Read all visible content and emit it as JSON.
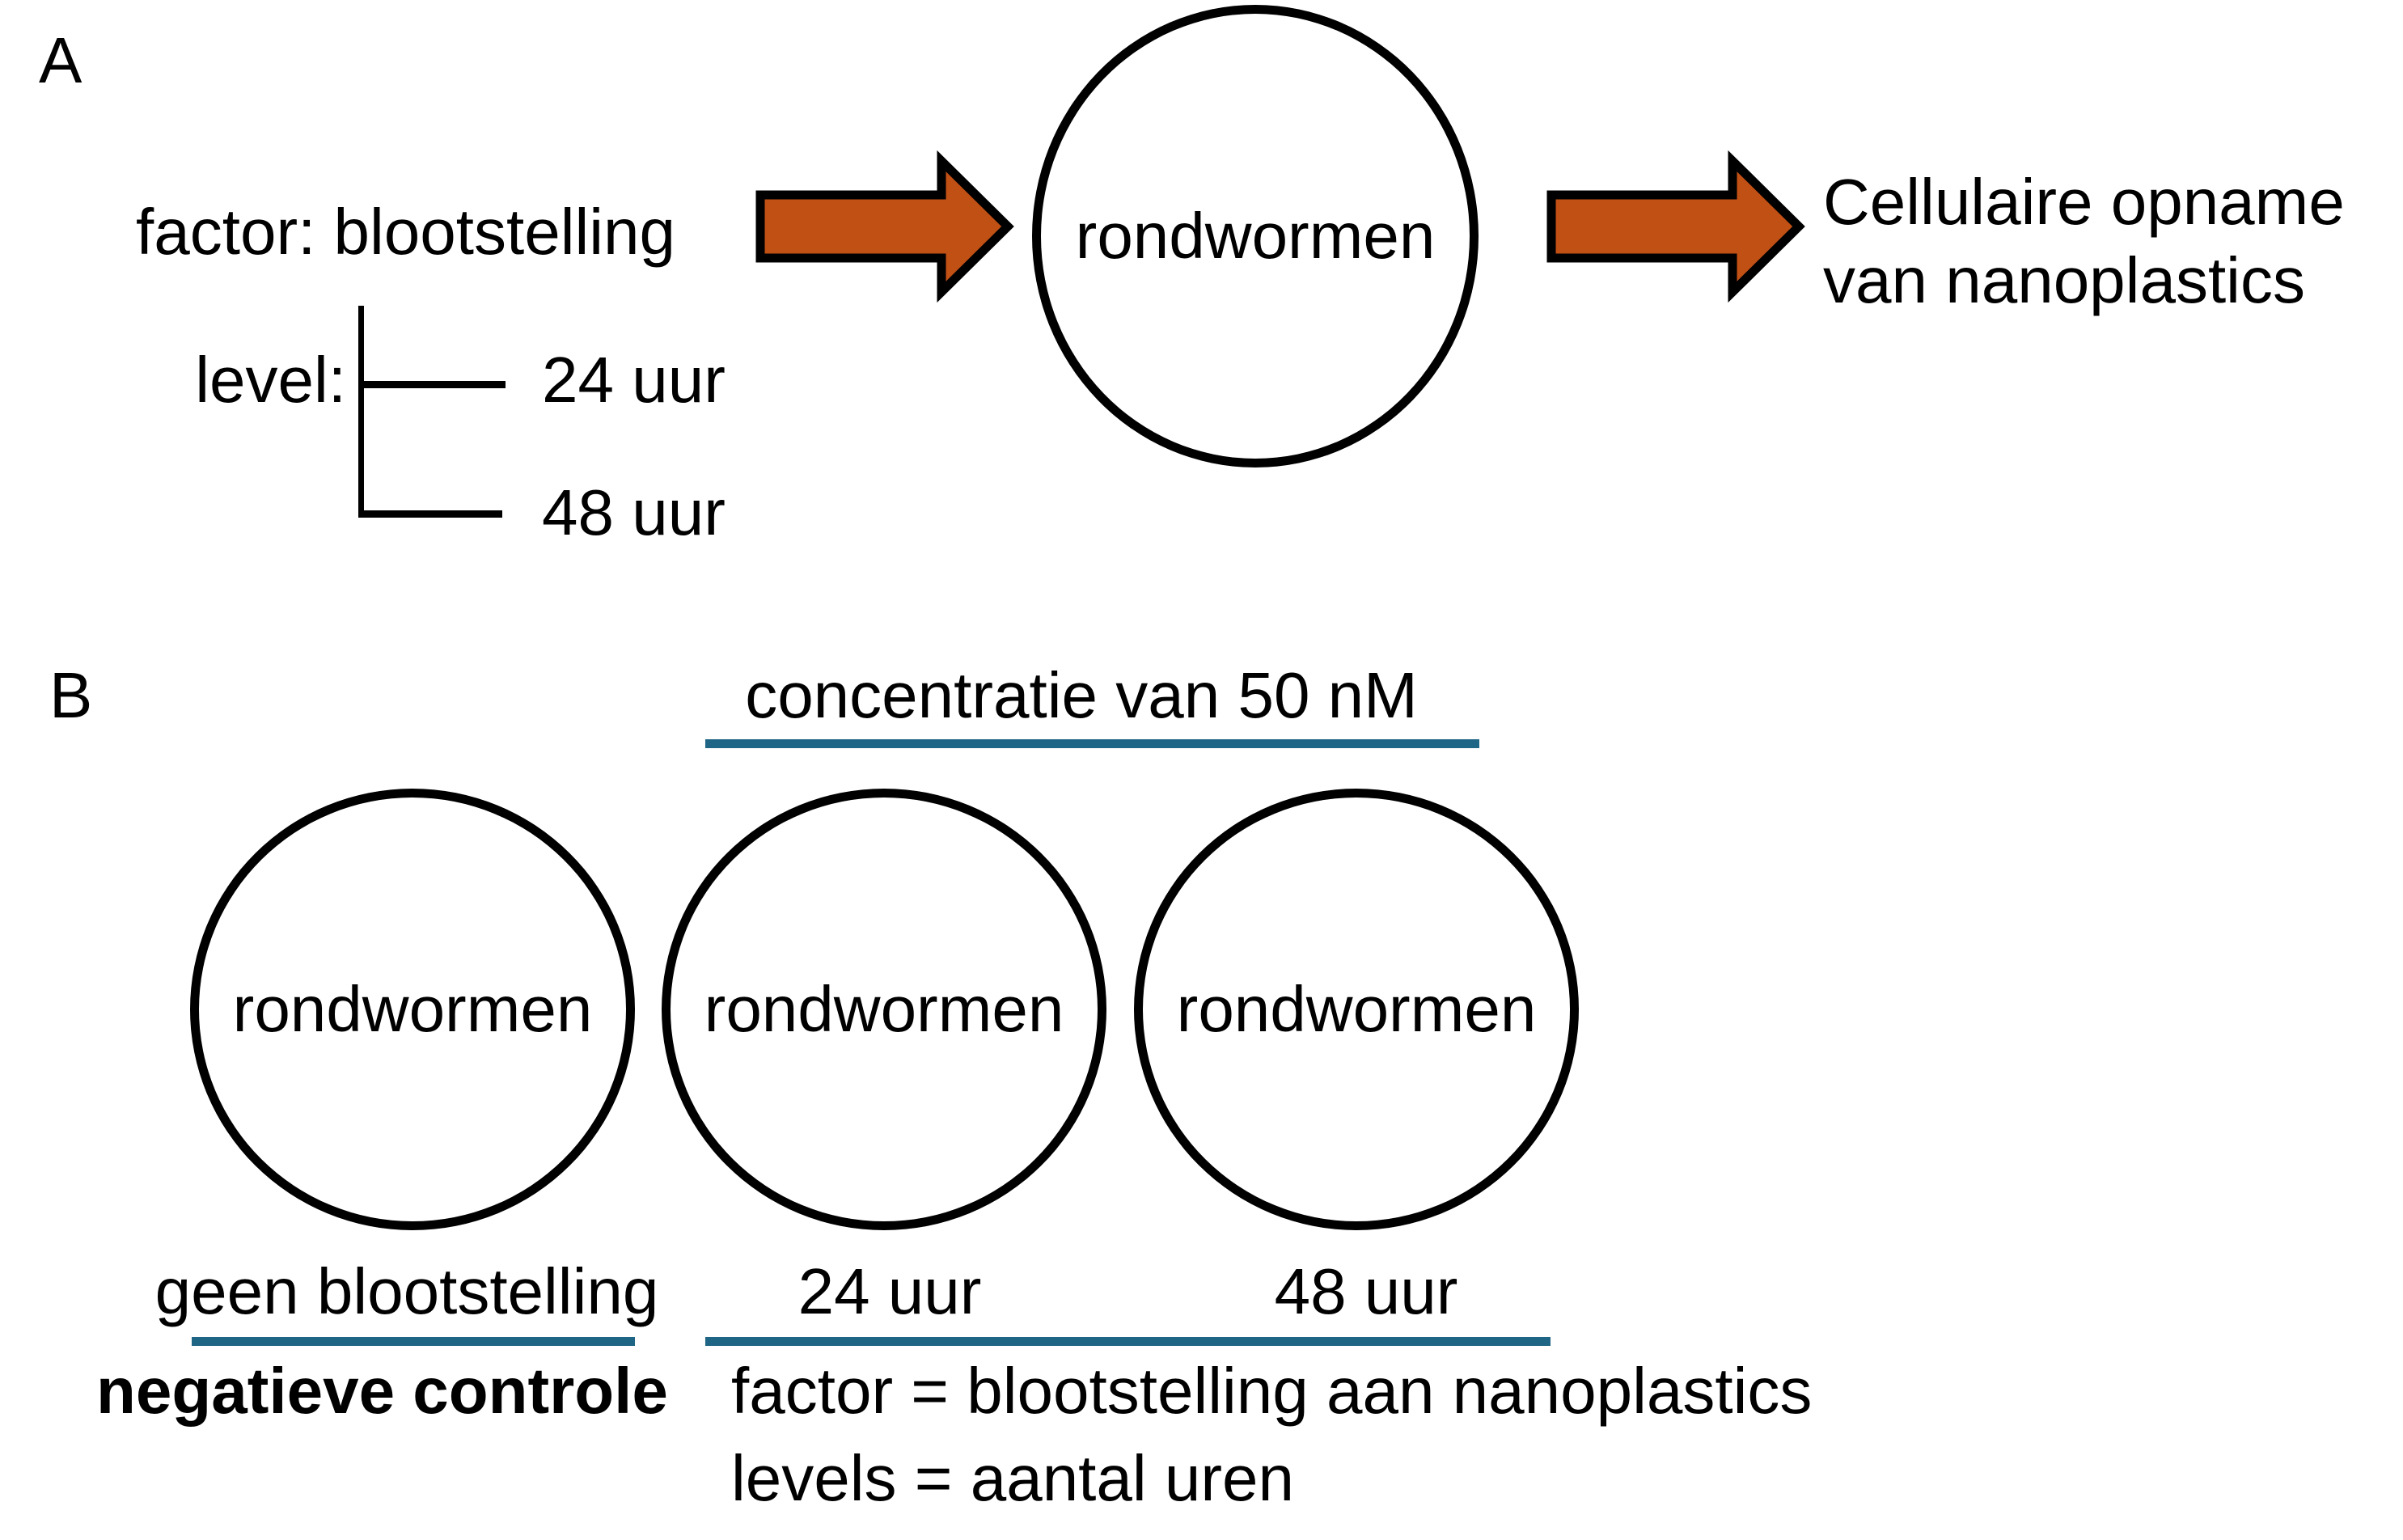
{
  "colors": {
    "background": "#FFFFFF",
    "text": "#000000",
    "outline": "#000000",
    "arrow_fill": "#C15014",
    "underline_teal": "#1F6585"
  },
  "panel_a": {
    "label": "A",
    "factor_line": "factor: blootstelling",
    "level_label": "level:",
    "levels": [
      "24 uur",
      "48 uur"
    ],
    "subject": "rondwormen",
    "outcome_line_1": "Cellulaire opname",
    "outcome_line_2": "van nanoplastics"
  },
  "panel_b": {
    "label": "B",
    "title": "concentratie van 50 nM",
    "groups": [
      {
        "subject": "rondwormen",
        "condition": "geen blootstelling"
      },
      {
        "subject": "rondwormen",
        "condition": "24 uur"
      },
      {
        "subject": "rondwormen",
        "condition": "48 uur"
      }
    ],
    "control_label": "negatieve controle",
    "note_line_1": "factor = blootstelling aan nanoplastics",
    "note_line_2": "levels = aantal uren"
  }
}
